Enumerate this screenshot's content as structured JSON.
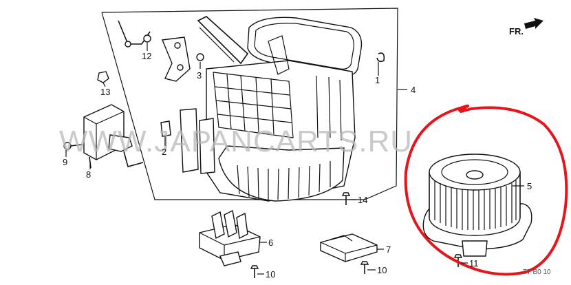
{
  "diagram": {
    "watermark": "WWW.JAPANCARTS.RU",
    "direction_label": "FR.",
    "footer_code": "T7 B0 10",
    "parts": [
      {
        "id": "p1",
        "label": "1"
      },
      {
        "id": "p2",
        "label": "2"
      },
      {
        "id": "p3",
        "label": "3"
      },
      {
        "id": "p4",
        "label": "4"
      },
      {
        "id": "p5",
        "label": "5"
      },
      {
        "id": "p6",
        "label": "6"
      },
      {
        "id": "p7",
        "label": "7"
      },
      {
        "id": "p8",
        "label": "8"
      },
      {
        "id": "p9",
        "label": "9"
      },
      {
        "id": "p10a",
        "label": "10"
      },
      {
        "id": "p10b",
        "label": "10"
      },
      {
        "id": "p11",
        "label": "11"
      },
      {
        "id": "p12",
        "label": "12"
      },
      {
        "id": "p13",
        "label": "13"
      },
      {
        "id": "p14",
        "label": "14"
      }
    ],
    "highlight_color": "#e8141b"
  }
}
